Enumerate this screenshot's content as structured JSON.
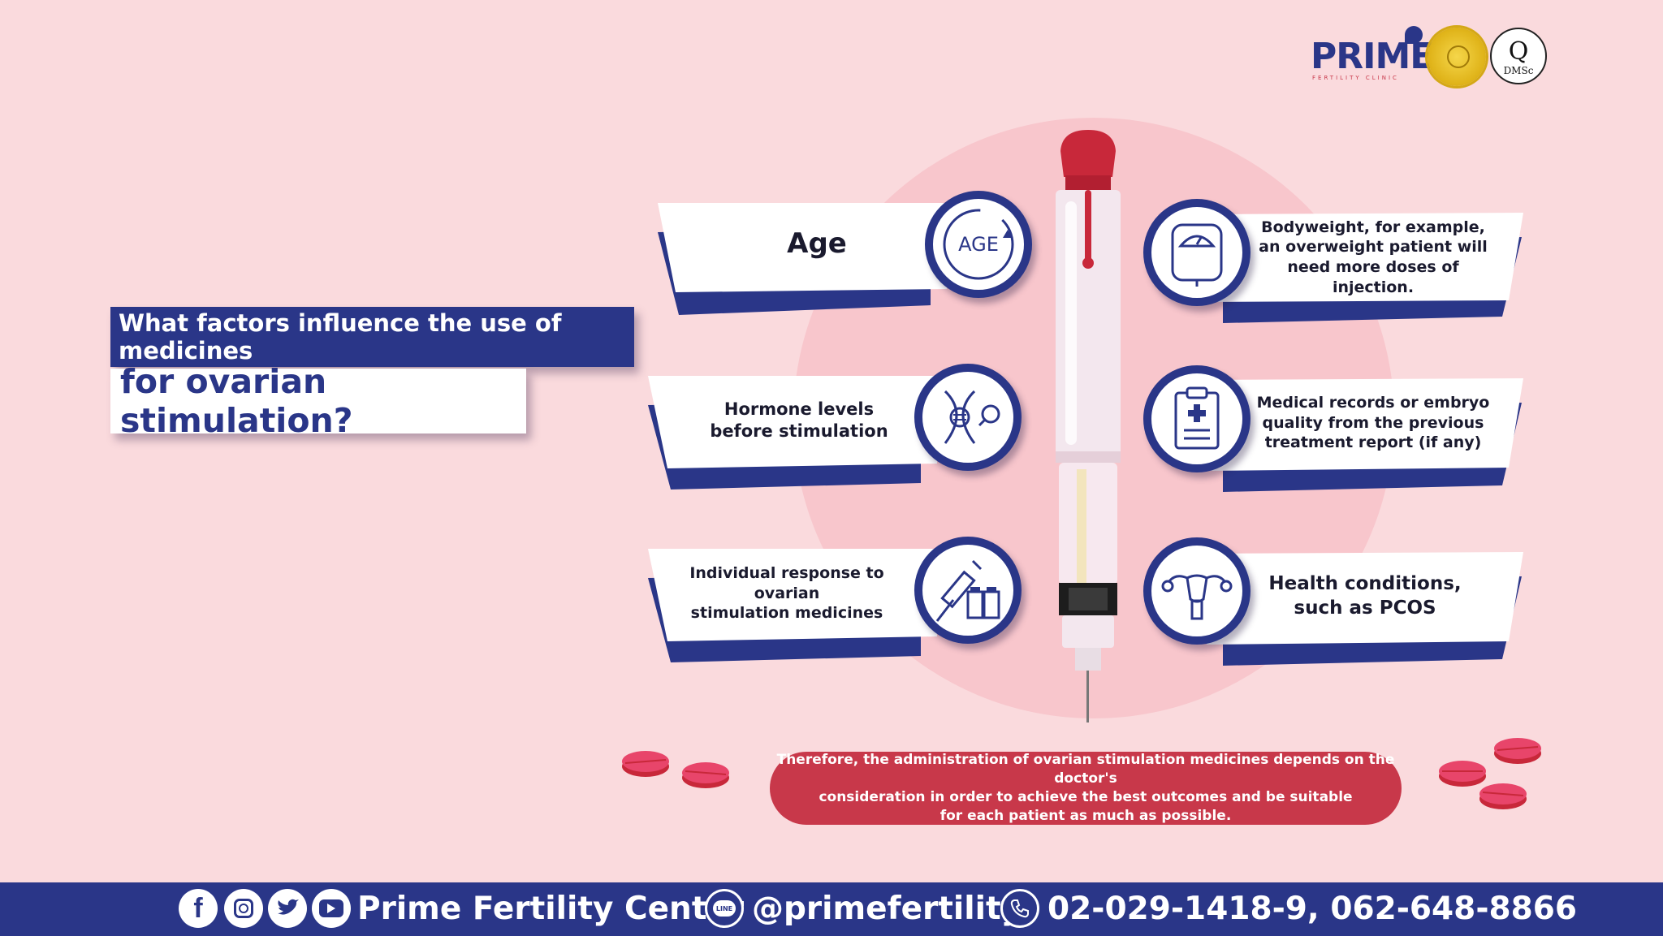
{
  "logo": {
    "brand": "PRIME",
    "tagline": "FERTILITY CLINIC",
    "badge2_text": "Q",
    "badge2_sub": "DMSc"
  },
  "title": {
    "line1": "What factors influence the use of medicines",
    "line2": "for ovarian stimulation?"
  },
  "factors": {
    "age": "Age",
    "age_icon_text": "AGE",
    "hormone_line1": "Hormone levels",
    "hormone_line2": "before stimulation",
    "response_line1": "Individual response to ovarian",
    "response_line2": "stimulation medicines",
    "bodyweight_line1": "Bodyweight, for example,",
    "bodyweight_line2": "an overweight patient will",
    "bodyweight_line3": "need more doses of injection.",
    "records_line1": "Medical records or embryo",
    "records_line2": "quality from the previous",
    "records_line3": "treatment report (if any)",
    "health_line1": "Health conditions,",
    "health_line2": "such as PCOS"
  },
  "note": {
    "line1": "Therefore, the administration of ovarian stimulation medicines depends on the doctor's",
    "line2": "consideration in order to achieve the best outcomes and be suitable",
    "line3": "for each patient as much as possible."
  },
  "footer": {
    "name": "Prime Fertility Center",
    "line_id": "@primefertility",
    "phone": "02-029-1418-9, 062-648-8866"
  },
  "colors": {
    "navy": "#2a3688",
    "red": "#c8384a",
    "pink_bg": "#fadadd"
  }
}
